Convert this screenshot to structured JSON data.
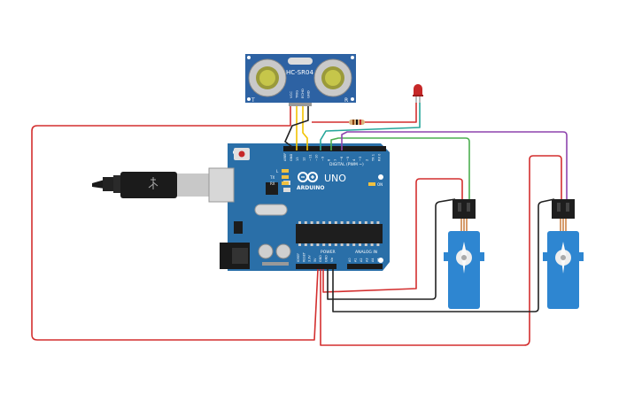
{
  "sensor": {
    "model": "HC-SR04",
    "pin_labels": [
      "VCC",
      "TRIG",
      "ECHO",
      "GND"
    ],
    "side_t": "T",
    "side_r": "R"
  },
  "arduino": {
    "brand": "ARDUINO",
    "model": "UNO",
    "digital_header": "DIGITAL (PWM ~)",
    "power_header": "POWER",
    "analog_header": "ANALOG IN",
    "led_l": "L",
    "led_tx": "TX",
    "led_rx": "RX",
    "on_label": "ON",
    "digital_pins": [
      "AREF",
      "GND",
      "13",
      "12",
      "~11",
      "~10",
      "~9",
      "8",
      "7",
      "~6",
      "~5",
      "4",
      "~3",
      "2",
      "TX 1",
      "RX 0"
    ],
    "power_pins": [
      "IOREF",
      "RESET",
      "3.3V",
      "5V",
      "GND",
      "GND",
      "Vin"
    ],
    "analog_pins": [
      "A0",
      "A1",
      "A2",
      "A3",
      "A4",
      "A5"
    ]
  },
  "colors": {
    "wire_red": "#d32f2f",
    "wire_black": "#222222",
    "wire_green": "#4caf50",
    "wire_purple": "#8e44ad",
    "wire_teal": "#26a69a",
    "wire_yellow": "#f2c200",
    "board": "#2a6fa8",
    "servo": "#2e86d1",
    "sensor": "#2d62a3"
  }
}
